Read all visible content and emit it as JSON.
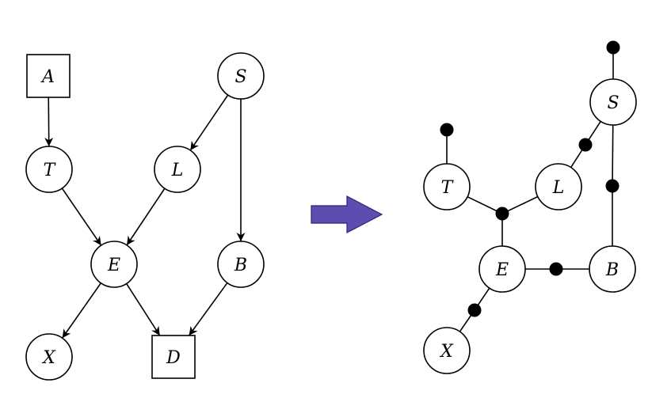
{
  "colors": {
    "stroke": "#000000",
    "node_fill": "#ffffff",
    "factor_fill": "#000000",
    "arrow_fill": "#5c4db0",
    "arrow_stroke": "#2e2470"
  },
  "left_graph": {
    "nodes": [
      {
        "id": "A",
        "label": "A",
        "shape": "square"
      },
      {
        "id": "S",
        "label": "S",
        "shape": "circle"
      },
      {
        "id": "T",
        "label": "T",
        "shape": "circle"
      },
      {
        "id": "L",
        "label": "L",
        "shape": "circle"
      },
      {
        "id": "E",
        "label": "E",
        "shape": "circle"
      },
      {
        "id": "B",
        "label": "B",
        "shape": "circle"
      },
      {
        "id": "X",
        "label": "X",
        "shape": "circle"
      },
      {
        "id": "D",
        "label": "D",
        "shape": "square"
      }
    ],
    "edges": [
      {
        "from": "A",
        "to": "T"
      },
      {
        "from": "S",
        "to": "L"
      },
      {
        "from": "S",
        "to": "B"
      },
      {
        "from": "T",
        "to": "E"
      },
      {
        "from": "L",
        "to": "E"
      },
      {
        "from": "E",
        "to": "X"
      },
      {
        "from": "E",
        "to": "D"
      },
      {
        "from": "B",
        "to": "D"
      }
    ]
  },
  "transform_arrow": {
    "icon": "right-arrow-icon",
    "direction": "right"
  },
  "right_graph": {
    "variable_nodes": [
      {
        "id": "S",
        "label": "S"
      },
      {
        "id": "T",
        "label": "T"
      },
      {
        "id": "L",
        "label": "L"
      },
      {
        "id": "E",
        "label": "E"
      },
      {
        "id": "B",
        "label": "B"
      },
      {
        "id": "X",
        "label": "X"
      }
    ],
    "factors": [
      {
        "id": "fS",
        "connects": [
          "S"
        ]
      },
      {
        "id": "fT",
        "connects": [
          "T"
        ]
      },
      {
        "id": "fSL",
        "connects": [
          "S",
          "L"
        ]
      },
      {
        "id": "fSB",
        "connects": [
          "S",
          "B"
        ]
      },
      {
        "id": "fTLE",
        "connects": [
          "T",
          "L",
          "E"
        ]
      },
      {
        "id": "fEB",
        "connects": [
          "E",
          "B"
        ]
      },
      {
        "id": "fEX",
        "connects": [
          "E",
          "X"
        ]
      }
    ]
  }
}
